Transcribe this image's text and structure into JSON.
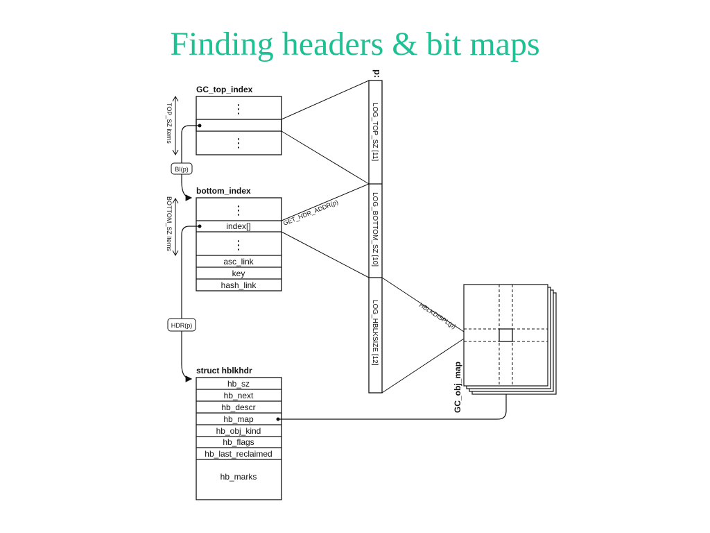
{
  "slide": {
    "title": "Finding headers & bit maps"
  },
  "diagram": {
    "pointer_label": "p:",
    "segments": [
      "LOG_TOP_SZ [11]",
      "LOG_BOTTOM_SZ [10]",
      "LOG_HBLKSIZE [12]"
    ],
    "top_index": {
      "title": "GC_top_index",
      "dots": "⋮",
      "side_label": "TOP_SZ items"
    },
    "bi_label": "BI(p)",
    "bottom_index": {
      "title": "bottom_index",
      "dots": "⋮",
      "index_label": "index[]",
      "fields": [
        "asc_link",
        "key",
        "hash_link"
      ],
      "side_label": "BOTTOM_SZ items"
    },
    "get_hdr_label": "GET_HDR_ADDR(p)",
    "hdr_label": "HDR(p)",
    "hblkhdr": {
      "title": "struct hblkhdr",
      "fields": [
        "hb_sz",
        "hb_next",
        "hb_descr",
        "hb_map",
        "hb_obj_kind",
        "hb_flags",
        "hb_last_reclaimed"
      ],
      "marks": "hb_marks"
    },
    "hblkdispl_label": "HBLKDISPL(p)",
    "obj_map_label": "GC_obj_map"
  }
}
